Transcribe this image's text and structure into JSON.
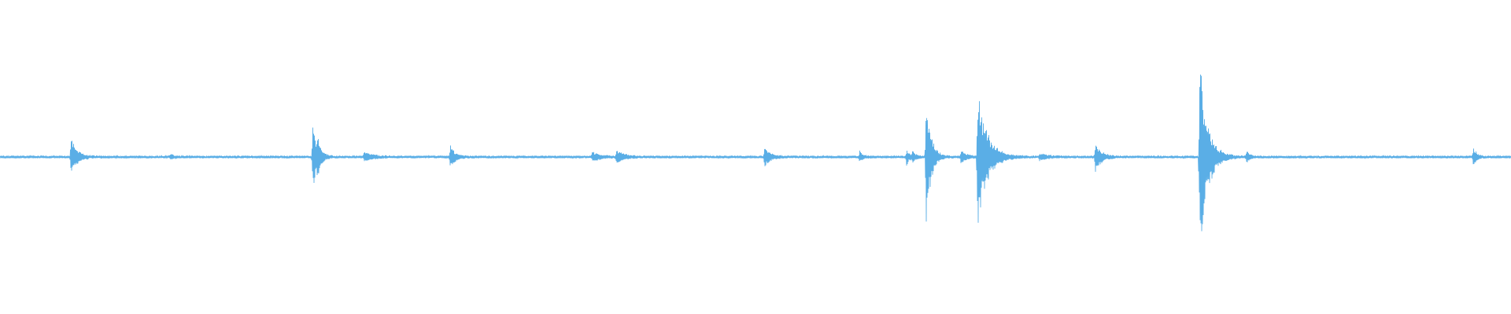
{
  "waveform": {
    "color": "#5aaee6",
    "background": "#ffffff",
    "baseline_amplitude": 0.006,
    "events": [
      {
        "position": 0.047,
        "amplitude": 0.12,
        "decay": 0.004
      },
      {
        "position": 0.113,
        "amplitude": 0.02,
        "decay": 0.002
      },
      {
        "position": 0.207,
        "amplitude": 0.22,
        "decay": 0.003
      },
      {
        "position": 0.21,
        "amplitude": 0.08,
        "decay": 0.002
      },
      {
        "position": 0.241,
        "amplitude": 0.03,
        "decay": 0.006
      },
      {
        "position": 0.298,
        "amplitude": 0.08,
        "decay": 0.003
      },
      {
        "position": 0.392,
        "amplitude": 0.03,
        "decay": 0.005
      },
      {
        "position": 0.408,
        "amplitude": 0.04,
        "decay": 0.005
      },
      {
        "position": 0.506,
        "amplitude": 0.06,
        "decay": 0.004
      },
      {
        "position": 0.569,
        "amplitude": 0.04,
        "decay": 0.002
      },
      {
        "position": 0.6,
        "amplitude": 0.05,
        "decay": 0.002
      },
      {
        "position": 0.604,
        "amplitude": 0.04,
        "decay": 0.002
      },
      {
        "position": 0.613,
        "amplitude": 0.45,
        "decay": 0.003
      },
      {
        "position": 0.636,
        "amplitude": 0.04,
        "decay": 0.004
      },
      {
        "position": 0.647,
        "amplitude": 0.46,
        "decay": 0.006
      },
      {
        "position": 0.688,
        "amplitude": 0.02,
        "decay": 0.006
      },
      {
        "position": 0.725,
        "amplitude": 0.09,
        "decay": 0.004
      },
      {
        "position": 0.794,
        "amplitude": 0.67,
        "decay": 0.005
      },
      {
        "position": 0.825,
        "amplitude": 0.04,
        "decay": 0.002
      },
      {
        "position": 0.975,
        "amplitude": 0.07,
        "decay": 0.002
      }
    ]
  }
}
